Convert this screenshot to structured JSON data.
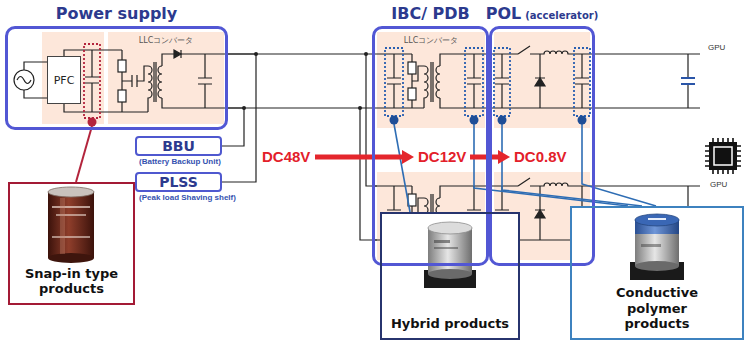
{
  "diagram": {
    "nodes": [
      {
        "text": [
          "Power supply"
        ]
      },
      {
        "text": [
          "PFC"
        ],
        "in": 0
      },
      {
        "text": [
          "LLCコンバータ"
        ],
        "in": 0
      },
      {
        "text": [
          "IBC/ PDB"
        ]
      },
      {
        "text": [
          "LLCコンバータ"
        ],
        "in": 3
      },
      {
        "text": [
          "POL",
          "(accelerator)"
        ]
      },
      {
        "text": [
          "BBU",
          "(Battery Backup Unit)"
        ]
      },
      {
        "text": [
          "PLSS",
          "(Peak load Shaving shelf)"
        ]
      },
      {
        "text": [
          "Snap-in type products"
        ]
      },
      {
        "text": [
          "Hybrid products"
        ]
      },
      {
        "text": [
          "Conductive polymer products"
        ]
      }
    ],
    "edges": [
      {
        "from": 0,
        "to": 3,
        "arrow": "none"
      },
      {
        "from": 0,
        "to": 6,
        "arrow": "none"
      },
      {
        "from": 0,
        "to": 7,
        "arrow": "none"
      }
    ],
    "labels": [
      "DC48V",
      "DC12V",
      "DC0.8V",
      "GPU",
      "GPU"
    ]
  }
}
